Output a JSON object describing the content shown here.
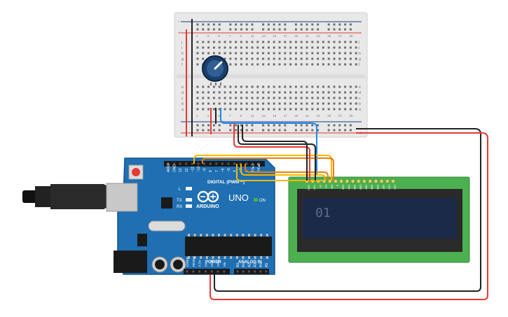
{
  "colors": {
    "background": "#ffffff",
    "breadboard": "#e8e8e8",
    "rail_red": "#e53935",
    "rail_blue": "#1e3a8a",
    "arduino_board": "#1f6fb2",
    "lcd_pcb": "#4caf50",
    "lcd_screen": "#1c2a4a",
    "lcd_text": "#5a6e8c",
    "wire_red": "#e53935",
    "wire_black": "#222222",
    "wire_blue": "#1e88e5",
    "wire_yellow": "#f5b800",
    "wire_orange": "#f57c00"
  },
  "breadboard": {
    "row_letters_top": [
      "j",
      "i",
      "h",
      "g",
      "f"
    ],
    "row_letters_bottom": [
      "e",
      "d",
      "c",
      "b",
      "a"
    ],
    "column_numbers": [
      "1",
      "3",
      "5",
      "7",
      "9",
      "11",
      "13",
      "15",
      "17",
      "19",
      "21",
      "23",
      "25",
      "27",
      "29"
    ],
    "rail_plus": "+",
    "rail_minus": "-"
  },
  "arduino": {
    "logo_text": "ARDUINO",
    "model": "UNO",
    "digital_label": "DIGITAL (PWM ~)",
    "analog_label": "ANALOG IN",
    "power_label": "POWER",
    "on_label": "ON",
    "led_l": "L",
    "led_tx": "TX",
    "led_rx": "RX",
    "digital_pins": [
      "AREF",
      "GND",
      "13",
      "12",
      "~11",
      "~10",
      "~9",
      "8",
      "7",
      "~6",
      "~5",
      "4",
      "~3",
      "2",
      "TX▸1",
      "RX◂0"
    ],
    "power_pins": [
      "IOREF",
      "RESET",
      "3.3V",
      "5V",
      "GND",
      "GND",
      "Vin"
    ],
    "analog_pins": [
      "A0",
      "A1",
      "A2",
      "A3",
      "A4",
      "A5"
    ]
  },
  "lcd": {
    "display_text": "01",
    "pin_labels": [
      "GND",
      "VCC",
      "V0",
      "RS",
      "RW",
      "E",
      "DB0",
      "DB1",
      "DB2",
      "DB3",
      "DB4",
      "DB5",
      "DB6",
      "DB7",
      "LED",
      "LED"
    ]
  },
  "potentiometer": {
    "icon": "knob-icon"
  }
}
